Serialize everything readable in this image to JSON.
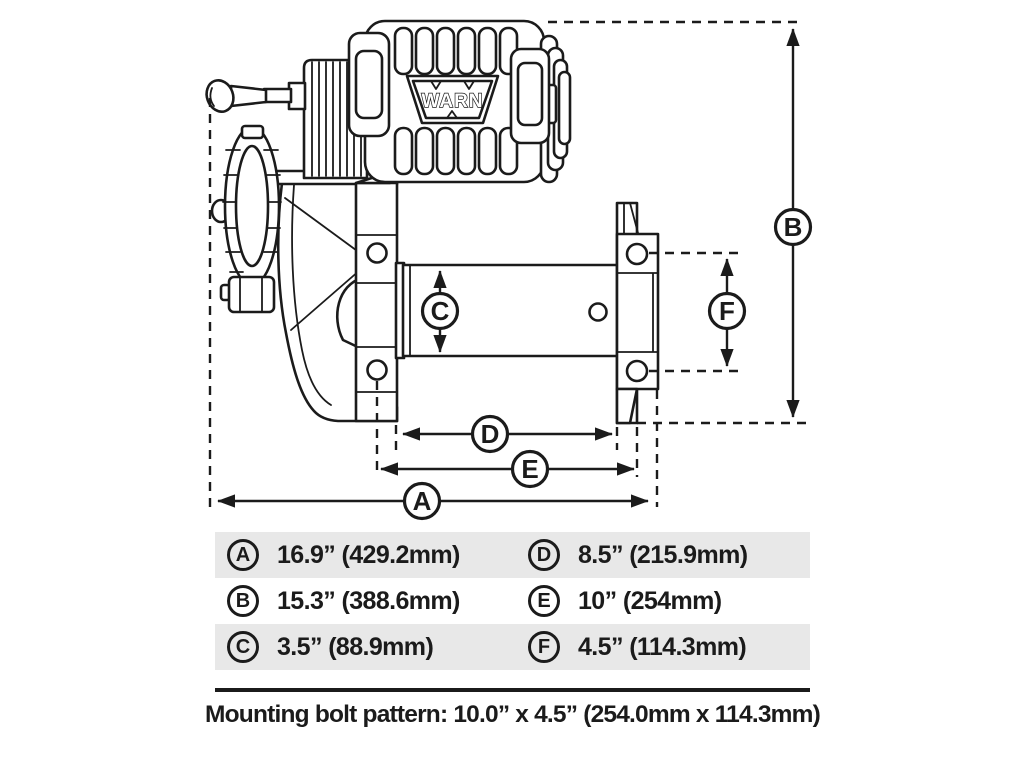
{
  "page": {
    "background": "#ffffff",
    "line_color": "#1b1b1b",
    "table_shade_color": "#e8e8e8"
  },
  "diagram": {
    "brand": "WARN",
    "callouts": {
      "a": "A",
      "b": "B",
      "c": "C",
      "d": "D",
      "e": "E",
      "f": "F"
    }
  },
  "table": {
    "rows": [
      {
        "shaded": true,
        "cells": [
          {
            "label": "A",
            "value": "16.9” (429.2mm)"
          },
          {
            "label": "D",
            "value": "8.5” (215.9mm)"
          }
        ]
      },
      {
        "shaded": false,
        "cells": [
          {
            "label": "B",
            "value": "15.3” (388.6mm)"
          },
          {
            "label": "E",
            "value": "10” (254mm)"
          }
        ]
      },
      {
        "shaded": true,
        "cells": [
          {
            "label": "C",
            "value": "3.5” (88.9mm)"
          },
          {
            "label": "F",
            "value": "4.5” (114.3mm)"
          }
        ]
      }
    ]
  },
  "footer": {
    "note": "Mounting bolt pattern: 10.0” x 4.5” (254.0mm x 114.3mm)"
  }
}
